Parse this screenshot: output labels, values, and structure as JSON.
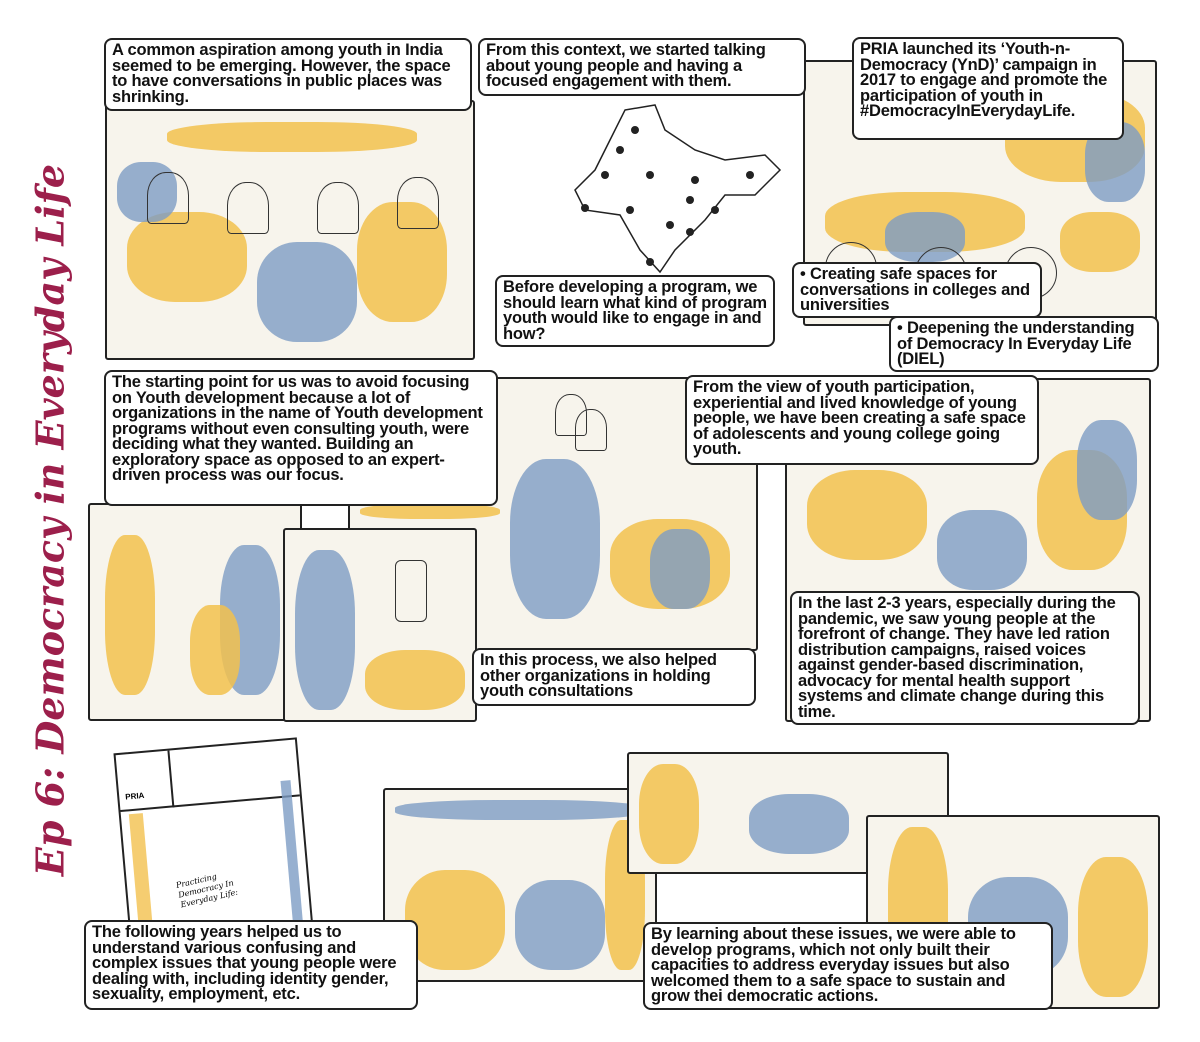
{
  "title": "Ep 6: Democracy in Everyday Life",
  "colors": {
    "title": "#9c1f4b",
    "yellow": "#f2c14e",
    "blue": "#7d9cc4"
  },
  "captions": [
    "A common aspiration among youth in India seemed to be emerging. However, the space to have conversations in public places was shrinking.",
    "From this context, we started talking about young people and having a focused engagement with them.",
    "PRIA launched its ‘Youth-n-Democracy (YnD)’ campaign in 2017 to engage and promote the participation of youth in #DemocracyInEverydayLife.",
    "Before developing a program, we should learn what kind of program youth would like to engage in and how?",
    "• Creating safe spaces for conversations in colleges and universities",
    "• Deepening the understanding of Democracy In Everyday Life (DIEL)",
    "The starting point for us was to avoid focusing on Youth development because a lot of organizations in the name of Youth development programs without even consulting youth, were deciding what they wanted. Building an exploratory space as opposed to an expert-driven process was our focus.",
    "From the view of youth participation, experiential and lived knowledge of young people, we have been creating a safe space of adolescents and young college going youth.",
    "In this process, we also helped other organizations in holding youth consultations",
    "In the last 2-3 years, especially during the pandemic, we saw young people at the forefront of change. They have led ration distribution campaigns, raised voices against gender-based discrimination, advocacy for mental health support systems and climate change during this time.",
    "The following years helped us to understand various confusing and complex issues that young people were dealing with, including identity gender, sexuality, employment, etc.",
    "By learning about these issues, we were able to develop programs, which not only built their capacities to address everyday issues but also welcomed them to a safe space to sustain and grow thei democratic actions."
  ],
  "document": {
    "logo": "PRIA",
    "title": "Practicing Democracy In Everyday Life:"
  }
}
